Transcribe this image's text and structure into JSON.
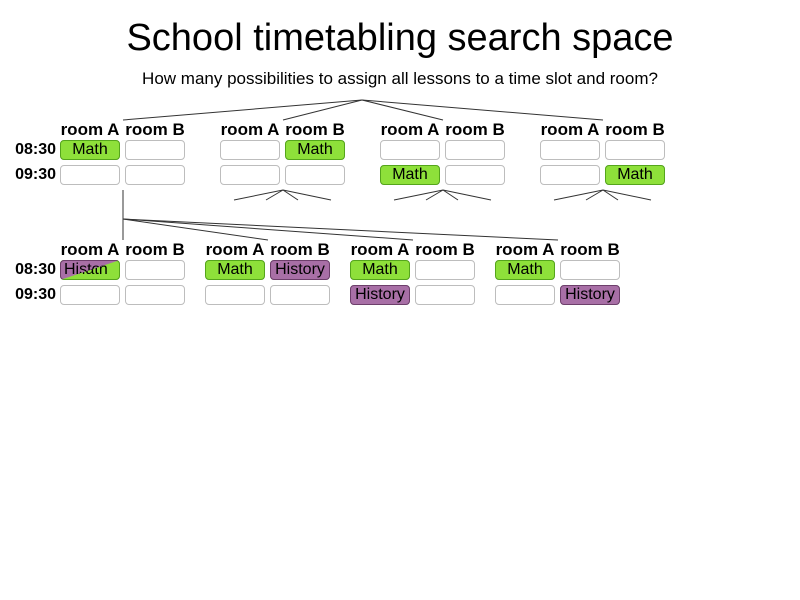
{
  "title": "School timetabling search space",
  "subtitle": "How many possibilities to assign all lessons to a time slot and room?",
  "rooms": [
    "room A",
    "room B"
  ],
  "times": [
    "08:30",
    "09:30"
  ],
  "colors": {
    "Math": "#8ee03a",
    "History": "#a86fa6"
  },
  "borders": {
    "Math": "#55a51c",
    "History": "#6d3f6b"
  },
  "levels": [
    {
      "nodes": [
        {
          "lessons": [
            {
              "subject": "Math",
              "time": 0,
              "room": 0
            }
          ]
        },
        {
          "lessons": [
            {
              "subject": "Math",
              "time": 0,
              "room": 1
            }
          ]
        },
        {
          "lessons": [
            {
              "subject": "Math",
              "time": 1,
              "room": 0
            }
          ]
        },
        {
          "lessons": [
            {
              "subject": "Math",
              "time": 1,
              "room": 1
            }
          ]
        }
      ]
    },
    {
      "nodes": [
        {
          "lessons": [
            {
              "subject": "Math",
              "time": 0,
              "room": 0
            },
            {
              "subject": "History",
              "time": 0,
              "room": 0
            }
          ]
        },
        {
          "lessons": [
            {
              "subject": "Math",
              "time": 0,
              "room": 0
            },
            {
              "subject": "History",
              "time": 0,
              "room": 1
            }
          ]
        },
        {
          "lessons": [
            {
              "subject": "Math",
              "time": 0,
              "room": 0
            },
            {
              "subject": "History",
              "time": 1,
              "room": 0
            }
          ]
        },
        {
          "lessons": [
            {
              "subject": "Math",
              "time": 0,
              "room": 0
            },
            {
              "subject": "History",
              "time": 1,
              "room": 1
            }
          ]
        }
      ]
    }
  ]
}
